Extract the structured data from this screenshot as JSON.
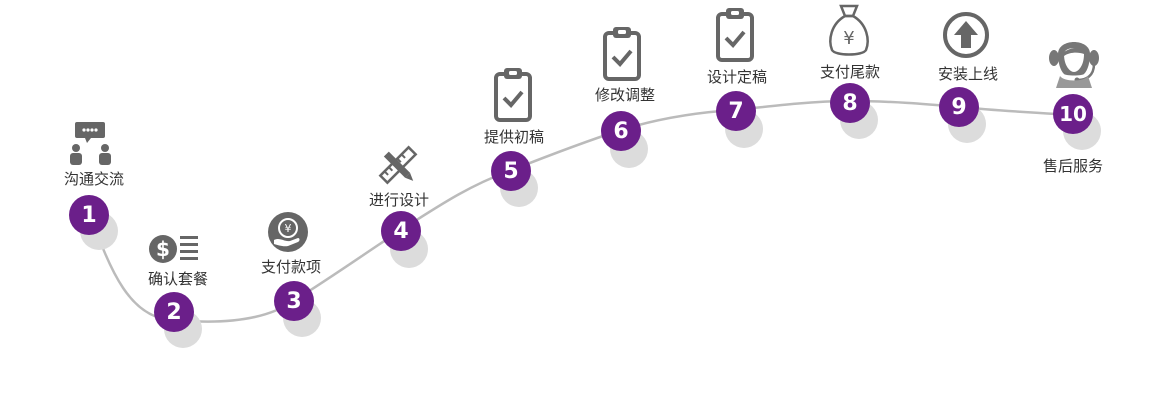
{
  "colors": {
    "accent": "#6b1f8a",
    "icon": "#666666",
    "path": "#bbbbbb",
    "shadow": "#dcdcdc",
    "text": "#333333"
  },
  "steps": [
    {
      "number": "1",
      "label": "沟通交流",
      "icon": "chat-people-icon"
    },
    {
      "number": "2",
      "label": "确认套餐",
      "icon": "dollar-list-icon"
    },
    {
      "number": "3",
      "label": "支付款项",
      "icon": "yen-hand-icon"
    },
    {
      "number": "4",
      "label": "进行设计",
      "icon": "pencil-ruler-icon"
    },
    {
      "number": "5",
      "label": "提供初稿",
      "icon": "clipboard-check-icon"
    },
    {
      "number": "6",
      "label": "修改调整",
      "icon": "clipboard-check-icon"
    },
    {
      "number": "7",
      "label": "设计定稿",
      "icon": "clipboard-check-icon"
    },
    {
      "number": "8",
      "label": "支付尾款",
      "icon": "money-bag-icon"
    },
    {
      "number": "9",
      "label": "安装上线",
      "icon": "upload-arrow-icon"
    },
    {
      "number": "10",
      "label": "售后服务",
      "icon": "headset-agent-icon"
    }
  ]
}
